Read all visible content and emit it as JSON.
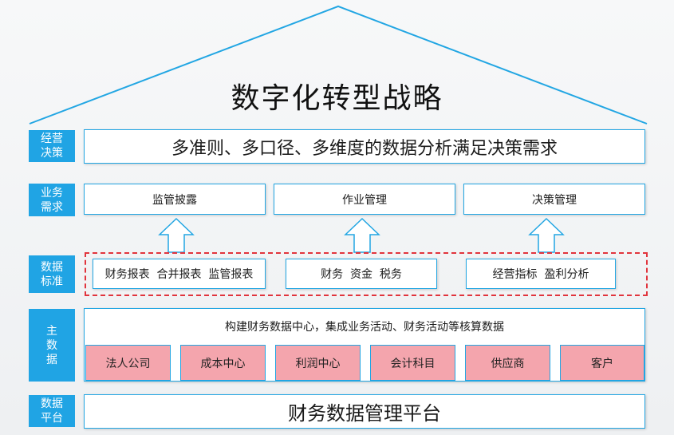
{
  "title": "数字化转型战略",
  "rows": {
    "decision": {
      "label": "经营\n决策",
      "text": "多准则、多口径、多维度的数据分析满足决策需求"
    },
    "business": {
      "label": "业务\n需求",
      "items": [
        "监管披露",
        "作业管理",
        "决策管理"
      ]
    },
    "standard": {
      "label": "数据\n标准",
      "items": [
        "财务报表  合并报表  监管报表",
        "财务  资金  税务",
        "经营指标  盈利分析"
      ]
    },
    "master": {
      "label": "主\n数\n据",
      "text": "构建财务数据中心，集成业务活动、财务活动等核算数据",
      "entities": [
        "法人公司",
        "成本中心",
        "利润中心",
        "会计科目",
        "供应商",
        "客户"
      ]
    },
    "platform": {
      "label": "数据\n平台",
      "text": "财务数据管理平台"
    }
  },
  "colors": {
    "accent": "#20a4e4",
    "border": "#22a6e3",
    "entity_fill": "#f4a5ad",
    "dashed_frame": "#e1343d"
  }
}
